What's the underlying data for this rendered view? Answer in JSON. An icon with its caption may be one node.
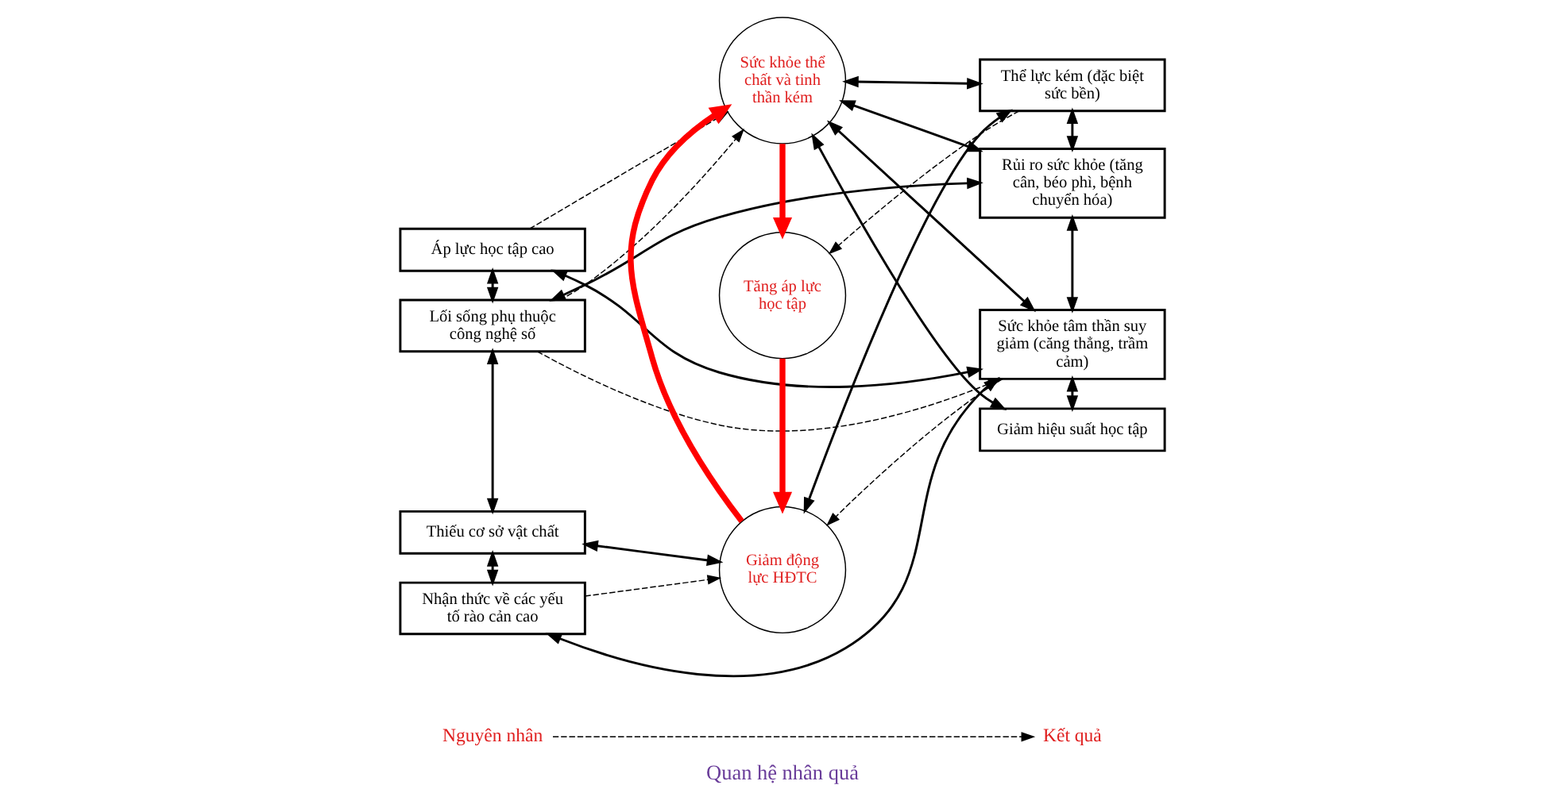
{
  "diagram": {
    "caption": "Quan hệ nhân quả",
    "nodes": [
      {
        "text": [
          "Nguyên nhân"
        ]
      },
      {
        "text": [
          "Kết quả"
        ]
      },
      {
        "text": [
          "Áp lực học tập cao"
        ]
      },
      {
        "text": [
          "Lối sống phụ thuộc công nghệ số"
        ]
      },
      {
        "text": [
          "Thiếu cơ sở vật chất"
        ]
      },
      {
        "text": [
          "Nhận thức về các yếu tố rào cản cao"
        ]
      },
      {
        "text": [
          "Sức khỏe thể chất và tinh thần kém"
        ]
      },
      {
        "text": [
          "Giảm động lực HĐTC"
        ]
      },
      {
        "text": [
          "Tăng áp lực học tập"
        ]
      },
      {
        "text": [
          "Thể lực kém (đặc biệt sức bền)"
        ]
      },
      {
        "text": [
          "Rủi ro sức khỏe (tăng cân, béo phì, bệnh chuyển hóa)"
        ]
      },
      {
        "text": [
          "Sức khỏe tâm thần suy giảm (căng thẳng, trầm cảm)"
        ]
      },
      {
        "text": [
          "Giảm hiệu suất học tập"
        ]
      }
    ],
    "edges": [
      {
        "from": 0,
        "to": 1,
        "arrow": "to",
        "style": "dashed"
      },
      {
        "from": 2,
        "to": 3,
        "arrow": "both"
      },
      {
        "from": 3,
        "to": 4,
        "arrow": "both"
      },
      {
        "from": 4,
        "to": 5,
        "arrow": "both"
      },
      {
        "from": 9,
        "to": 10,
        "arrow": "both"
      },
      {
        "from": 10,
        "to": 11,
        "arrow": "both"
      },
      {
        "from": 11,
        "to": 12,
        "arrow": "both"
      },
      {
        "from": 2,
        "to": 11,
        "arrow": "both"
      },
      {
        "from": 2,
        "to": 6,
        "arrow": "to",
        "style": "dashed"
      },
      {
        "from": 3,
        "to": 6,
        "arrow": "to",
        "style": "dashed"
      },
      {
        "from": 3,
        "to": 11,
        "arrow": "to",
        "style": "dashed"
      },
      {
        "from": 3,
        "to": 10,
        "arrow": "both"
      },
      {
        "from": 4,
        "to": 7,
        "arrow": "both"
      },
      {
        "from": 5,
        "to": 7,
        "arrow": "to",
        "style": "dashed"
      },
      {
        "from": 5,
        "to": 11,
        "arrow": "both"
      },
      {
        "from": 6,
        "to": 9,
        "arrow": "both"
      },
      {
        "from": 6,
        "to": 10,
        "arrow": "both"
      },
      {
        "from": 6,
        "to": 11,
        "arrow": "both"
      },
      {
        "from": 6,
        "to": 12,
        "arrow": "both"
      },
      {
        "from": 9,
        "to": 7,
        "arrow": "both"
      },
      {
        "from": 9,
        "to": 8,
        "arrow": "to",
        "style": "dashed"
      },
      {
        "from": 11,
        "to": 7,
        "arrow": "to",
        "style": "dashed"
      },
      {
        "from": 7,
        "to": 6,
        "arrow": "to",
        "style": "thick",
        "color": "#ff0000"
      },
      {
        "from": 6,
        "to": 8,
        "arrow": "to",
        "style": "thick",
        "color": "#ff0000"
      },
      {
        "from": 8,
        "to": 7,
        "arrow": "to",
        "style": "thick",
        "color": "#ff0000"
      }
    ]
  }
}
